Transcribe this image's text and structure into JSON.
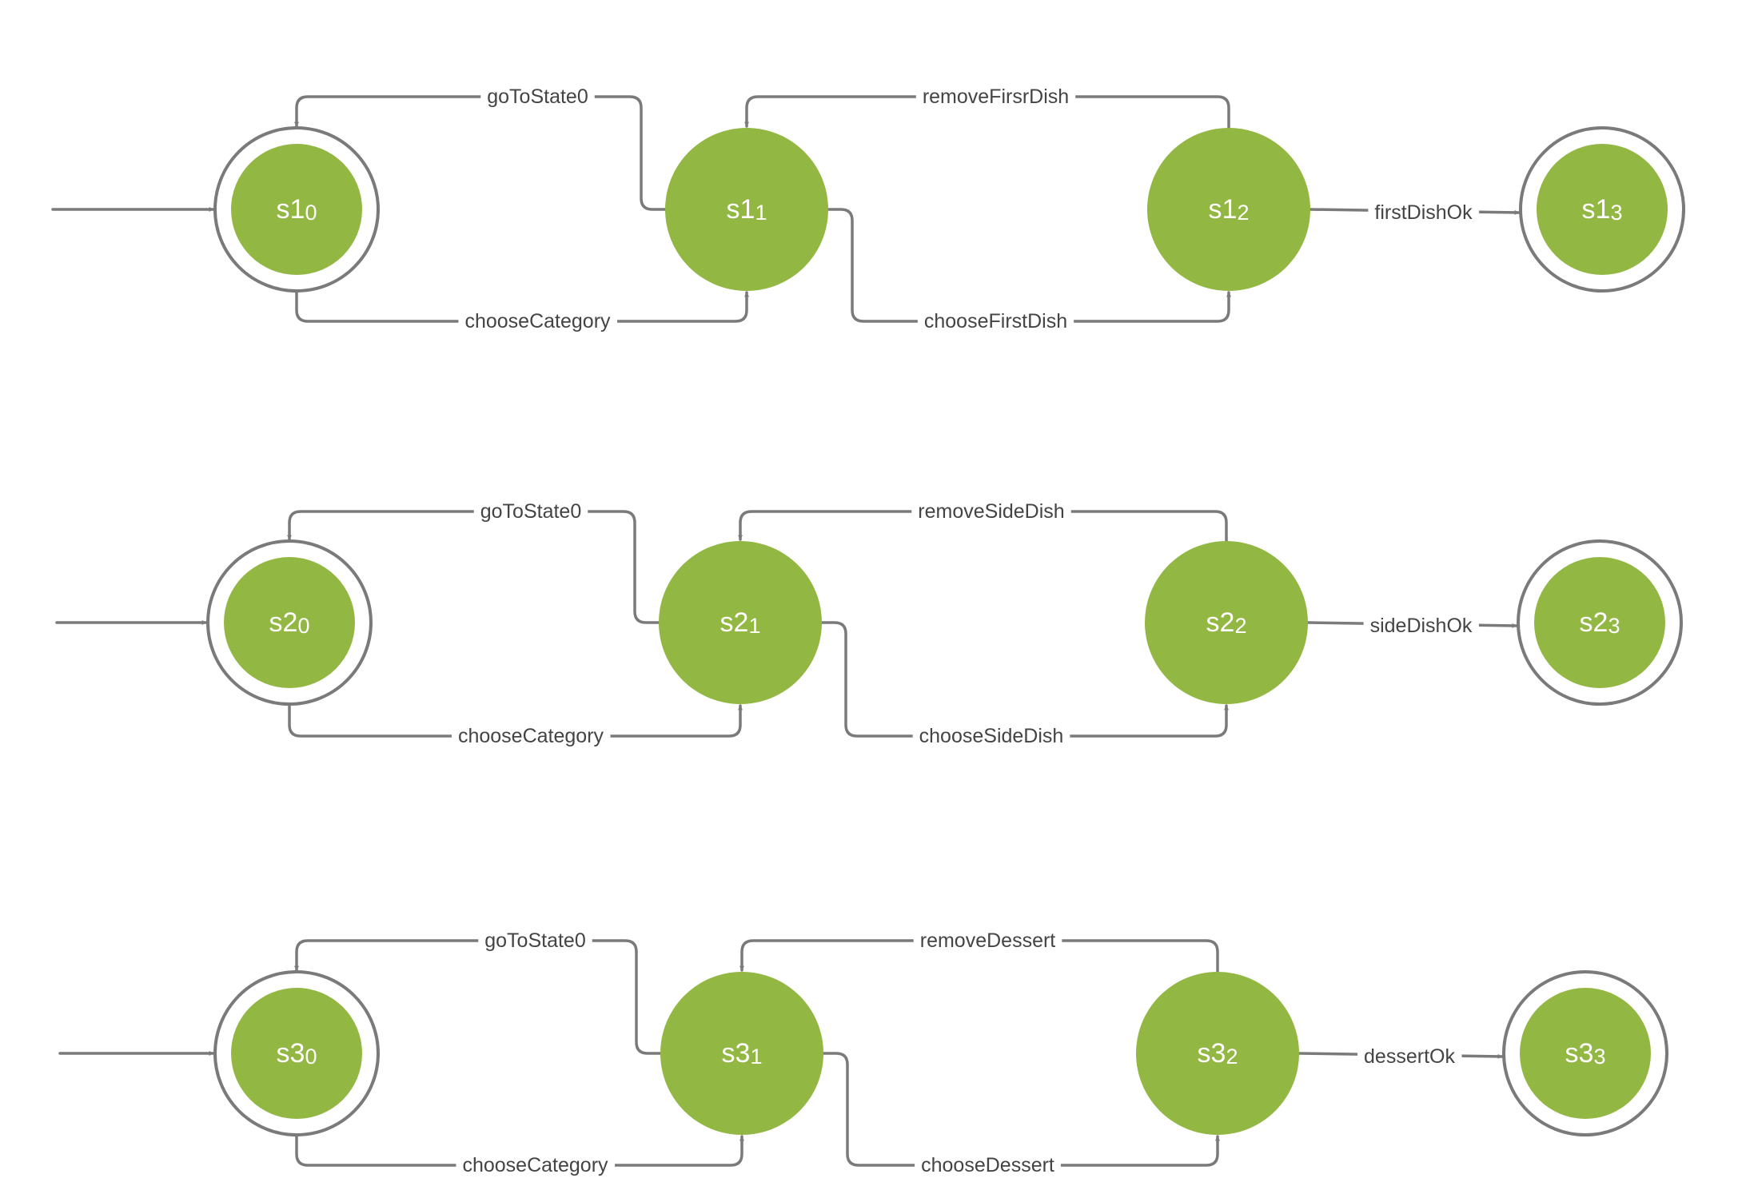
{
  "colors": {
    "state_fill": "#93b743",
    "edge": "#7a7a7a",
    "ring": "#7a7a7a",
    "label_text": "#444444",
    "state_text": "#ffffff",
    "background": "#ffffff"
  },
  "machines": [
    {
      "states": [
        {
          "name": "s1",
          "index": "0",
          "kind": "initial"
        },
        {
          "name": "s1",
          "index": "1",
          "kind": "normal"
        },
        {
          "name": "s1",
          "index": "2",
          "kind": "normal"
        },
        {
          "name": "s1",
          "index": "3",
          "kind": "final"
        }
      ],
      "transitions": {
        "back_0": "goToState0",
        "forward_0": "chooseCategory",
        "back_1": "removeFirsrDish",
        "forward_1": "chooseFirstDish",
        "ok": "firstDishOk"
      }
    },
    {
      "states": [
        {
          "name": "s2",
          "index": "0",
          "kind": "initial"
        },
        {
          "name": "s2",
          "index": "1",
          "kind": "normal"
        },
        {
          "name": "s2",
          "index": "2",
          "kind": "normal"
        },
        {
          "name": "s2",
          "index": "3",
          "kind": "final"
        }
      ],
      "transitions": {
        "back_0": "goToState0",
        "forward_0": "chooseCategory",
        "back_1": "removeSideDish",
        "forward_1": "chooseSideDish",
        "ok": "sideDishOk"
      }
    },
    {
      "states": [
        {
          "name": "s3",
          "index": "0",
          "kind": "initial"
        },
        {
          "name": "s3",
          "index": "1",
          "kind": "normal"
        },
        {
          "name": "s3",
          "index": "2",
          "kind": "normal"
        },
        {
          "name": "s3",
          "index": "3",
          "kind": "final"
        }
      ],
      "transitions": {
        "back_0": "goToState0",
        "forward_0": "chooseCategory",
        "back_1": "removeDessert",
        "forward_1": "chooseDessert",
        "ok": "dessertOk"
      }
    }
  ]
}
